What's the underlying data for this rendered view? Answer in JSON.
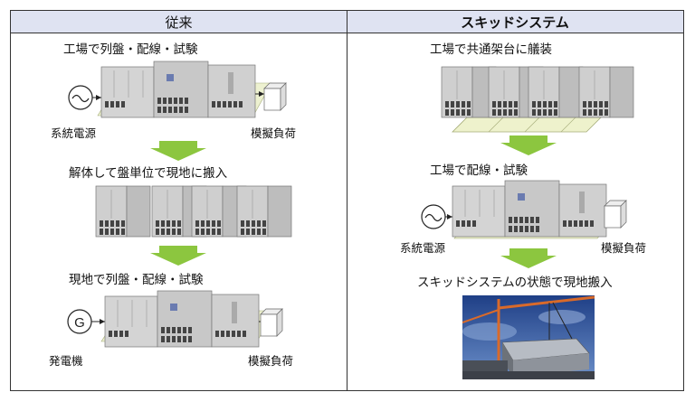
{
  "headers": {
    "left": "従来",
    "right": "スキッドシステム"
  },
  "left": {
    "step1": "工場で列盤・配線・試験",
    "step2": "解体して盤単位で現地に搬入",
    "step3": "現地で列盤・配線・試験",
    "source1": "系統電源",
    "load1": "模擬負荷",
    "source3": "発電機",
    "load3": "模擬負荷",
    "generator_symbol": "G"
  },
  "right": {
    "step1": "工場で共通架台に艤装",
    "step2": "工場で配線・試験",
    "step3": "スキッドシステムの状態で現地搬入",
    "source2": "系統電源",
    "load2": "模擬負荷"
  },
  "colors": {
    "header_bg": "#dfe3f2",
    "arrow": "#8cc63f",
    "cabinet": "#d2d2d2",
    "skid": "#eef2cc"
  }
}
